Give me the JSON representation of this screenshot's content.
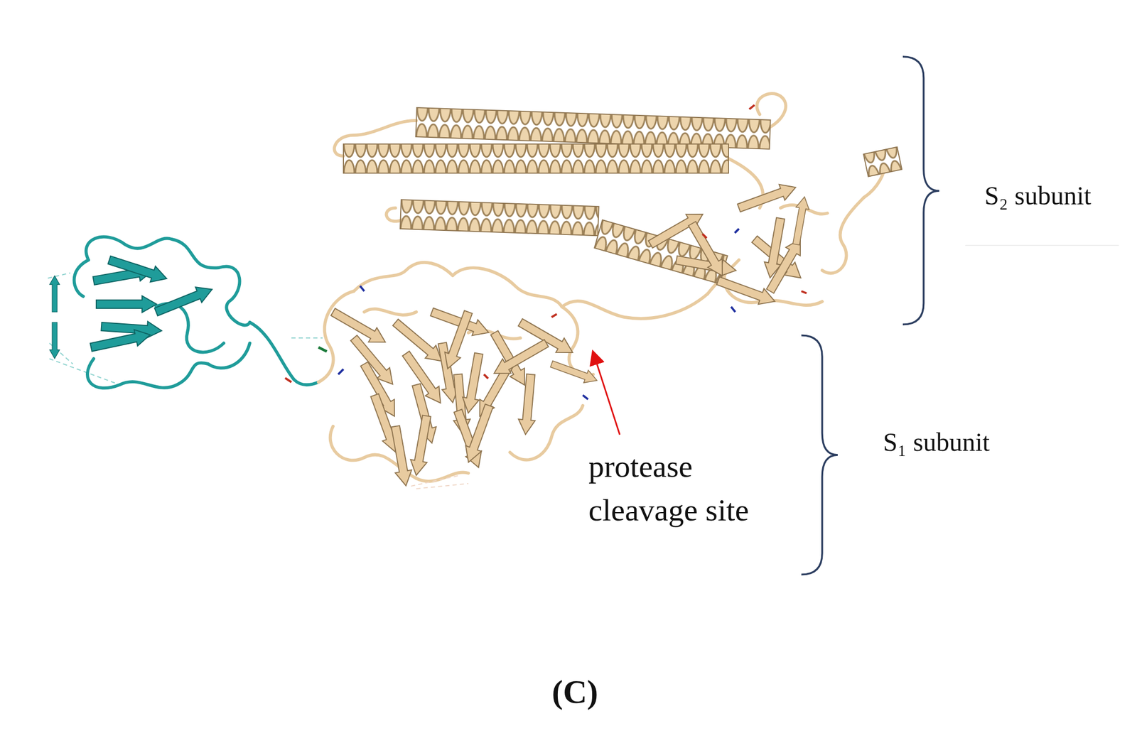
{
  "diagram": {
    "labels": [
      "S₂ subunit",
      "S₁ subunit",
      "protease cleavage site",
      "(C)"
    ]
  }
}
